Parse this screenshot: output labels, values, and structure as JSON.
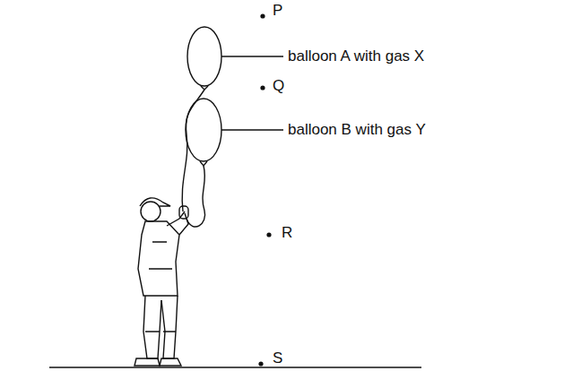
{
  "diagram": {
    "labels": [
      "P",
      "balloon A with gas X",
      "Q",
      "balloon B with gas Y",
      "R",
      "S"
    ]
  }
}
